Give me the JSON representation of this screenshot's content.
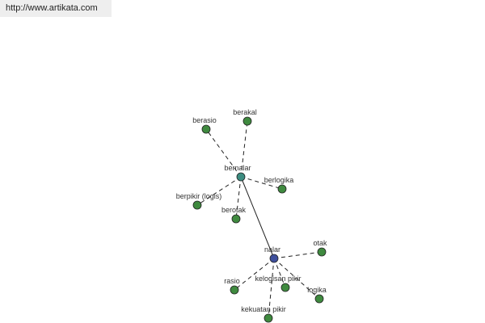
{
  "header": {
    "url": "http://www.artikata.com"
  },
  "colors": {
    "hub_nalar": "#3e4f9c",
    "hub_bernalar": "#3c8c80",
    "leaf": "#3f8a3f",
    "edge": "#222222"
  },
  "nodes": [
    {
      "id": "nalar",
      "label": "nalar",
      "kind": "hub-main"
    },
    {
      "id": "bernalar",
      "label": "bernalar",
      "kind": "hub"
    },
    {
      "id": "berasio",
      "label": "berasio",
      "kind": "leaf"
    },
    {
      "id": "berakal",
      "label": "berakal",
      "kind": "leaf"
    },
    {
      "id": "berlogika",
      "label": "berlogika",
      "kind": "leaf"
    },
    {
      "id": "berpikir-logis",
      "label": "berpikir (logis)",
      "kind": "leaf"
    },
    {
      "id": "berotak",
      "label": "berotak",
      "kind": "leaf"
    },
    {
      "id": "otak",
      "label": "otak",
      "kind": "leaf"
    },
    {
      "id": "rasio",
      "label": "rasio",
      "kind": "leaf"
    },
    {
      "id": "kelogisan-pikir",
      "label": "kelogisan pikir",
      "kind": "leaf"
    },
    {
      "id": "logika",
      "label": "logika",
      "kind": "leaf"
    },
    {
      "id": "kekuatan-pikir",
      "label": "kekuatan pikir",
      "kind": "leaf"
    }
  ],
  "edges": [
    {
      "from": "bernalar",
      "to": "nalar",
      "style": "solid"
    },
    {
      "from": "bernalar",
      "to": "berasio",
      "style": "dashed"
    },
    {
      "from": "bernalar",
      "to": "berakal",
      "style": "dashed"
    },
    {
      "from": "bernalar",
      "to": "berlogika",
      "style": "dashed"
    },
    {
      "from": "bernalar",
      "to": "berpikir-logis",
      "style": "dashed"
    },
    {
      "from": "bernalar",
      "to": "berotak",
      "style": "dashed"
    },
    {
      "from": "nalar",
      "to": "otak",
      "style": "dashed"
    },
    {
      "from": "nalar",
      "to": "rasio",
      "style": "dashed"
    },
    {
      "from": "nalar",
      "to": "kelogisan-pikir",
      "style": "dashed"
    },
    {
      "from": "nalar",
      "to": "logika",
      "style": "dashed"
    },
    {
      "from": "nalar",
      "to": "kekuatan-pikir",
      "style": "dashed"
    }
  ]
}
